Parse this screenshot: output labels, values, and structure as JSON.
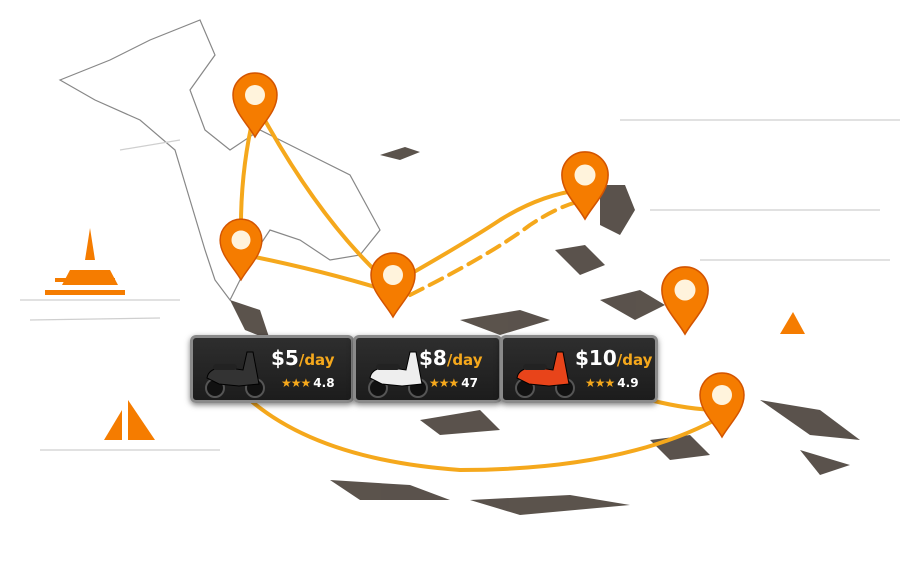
{
  "colors": {
    "route": "#f5a81c",
    "pin": "#f57c00",
    "card_bg": "#222222",
    "accent": "#f5a81c"
  },
  "pins": [
    {
      "icon": "map-pin-icon"
    },
    {
      "icon": "map-pin-icon"
    },
    {
      "icon": "map-pin-icon"
    },
    {
      "icon": "map-pin-icon"
    },
    {
      "icon": "map-pin-icon"
    },
    {
      "icon": "map-pin-icon"
    }
  ],
  "rentals": [
    {
      "price": "$5",
      "unit": "/day",
      "stars": "★★★",
      "rating": "4.8",
      "scooter_color": "#333333"
    },
    {
      "price": "$8",
      "unit": "/day",
      "stars": "★★★",
      "rating": "47",
      "scooter_color": "#eeeeee"
    },
    {
      "price": "$10",
      "unit": "/day",
      "stars": "★★★",
      "rating": "4.9",
      "scooter_color": "#e8441a"
    }
  ]
}
